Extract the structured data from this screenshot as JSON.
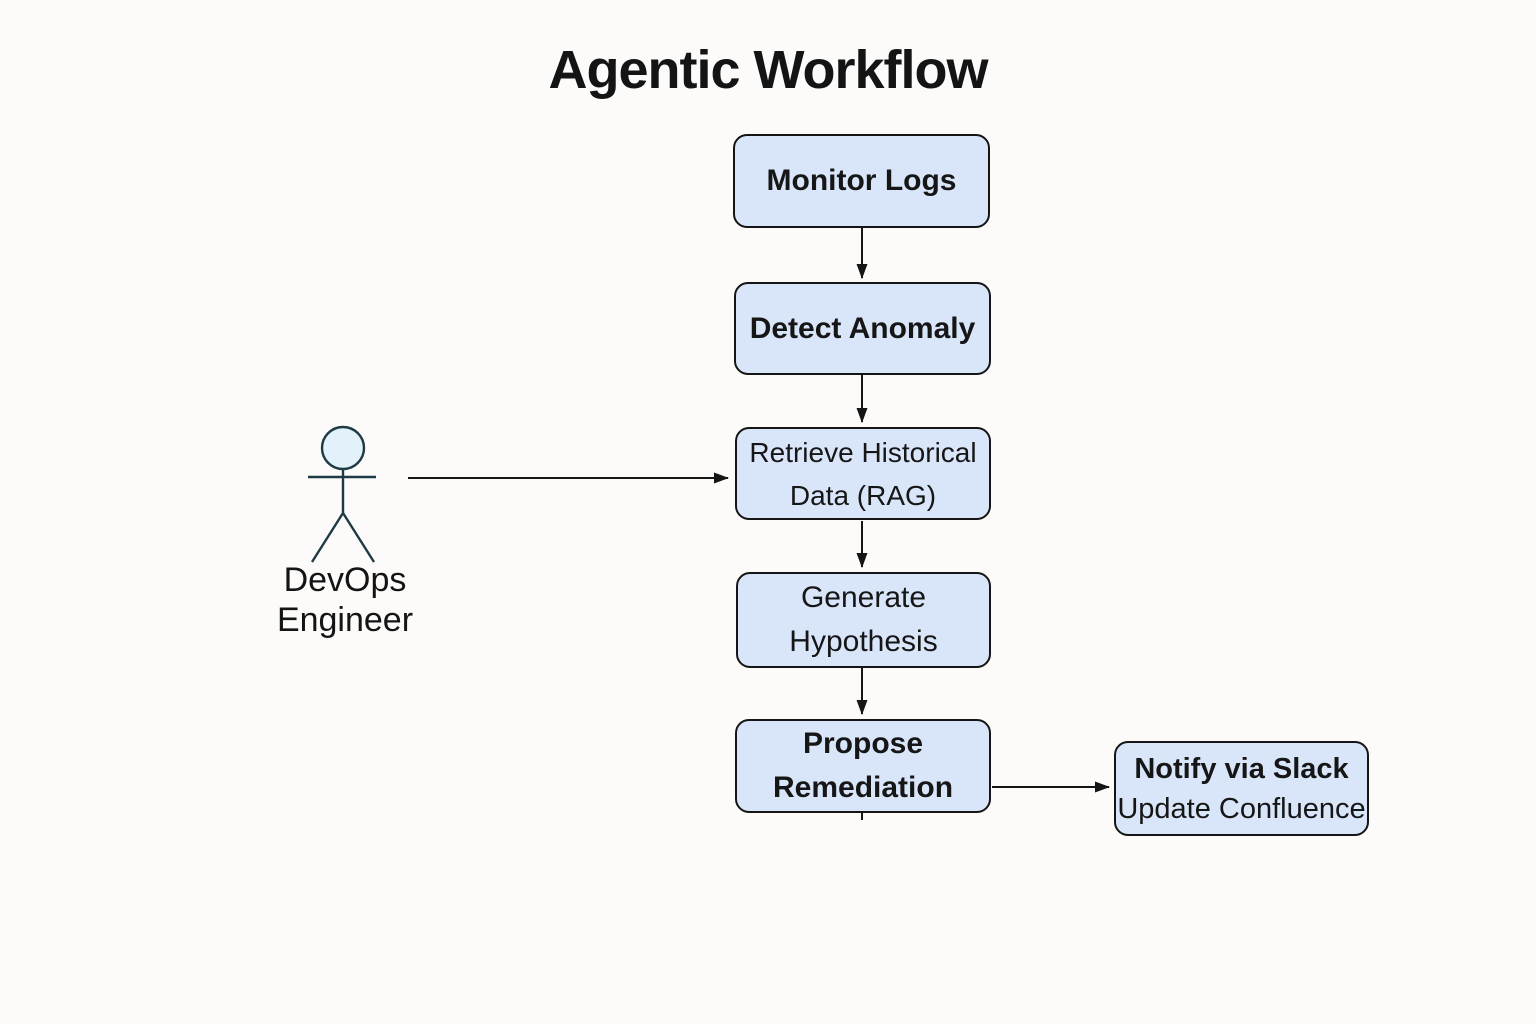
{
  "title": "Agentic Workflow",
  "actor": {
    "label_line1": "DevOps",
    "label_line2": "Engineer"
  },
  "nodes": {
    "monitor_logs": {
      "line1": "Monitor Logs"
    },
    "detect_anomaly": {
      "line1": "Detect Anomaly"
    },
    "retrieve_historical": {
      "line1": "Retrieve Historical",
      "line2": "Data (RAG)"
    },
    "generate_hypothesis": {
      "line1": "Generate",
      "line2": "Hypothesis"
    },
    "propose_remediation": {
      "line1": "Propose",
      "line2": "Remediation"
    },
    "notify": {
      "line1": "Notify via Slack",
      "line2": "Update Confluence"
    }
  },
  "edges": [
    {
      "from": "Monitor Logs",
      "to": "Detect Anomaly",
      "type": "arrow"
    },
    {
      "from": "Detect Anomaly",
      "to": "Retrieve Historical Data (RAG)",
      "type": "arrow"
    },
    {
      "from": "Retrieve Historical Data (RAG)",
      "to": "Generate Hypothesis",
      "type": "arrow"
    },
    {
      "from": "Generate Hypothesis",
      "to": "Propose Remediation",
      "type": "arrow"
    },
    {
      "from": "Propose Remediation",
      "to": "Notify via Slack / Update Confluence",
      "type": "arrow"
    },
    {
      "from": "DevOps Engineer",
      "to": "Retrieve Historical Data (RAG)",
      "type": "arrow"
    }
  ],
  "colors": {
    "background": "#fcfbfa",
    "node_fill": "#d9e6fa",
    "node_border": "#151515",
    "arrow": "#151515",
    "text": "#161616",
    "actor_head_fill": "#e3f2fa",
    "actor_stroke": "#1e3a44"
  }
}
